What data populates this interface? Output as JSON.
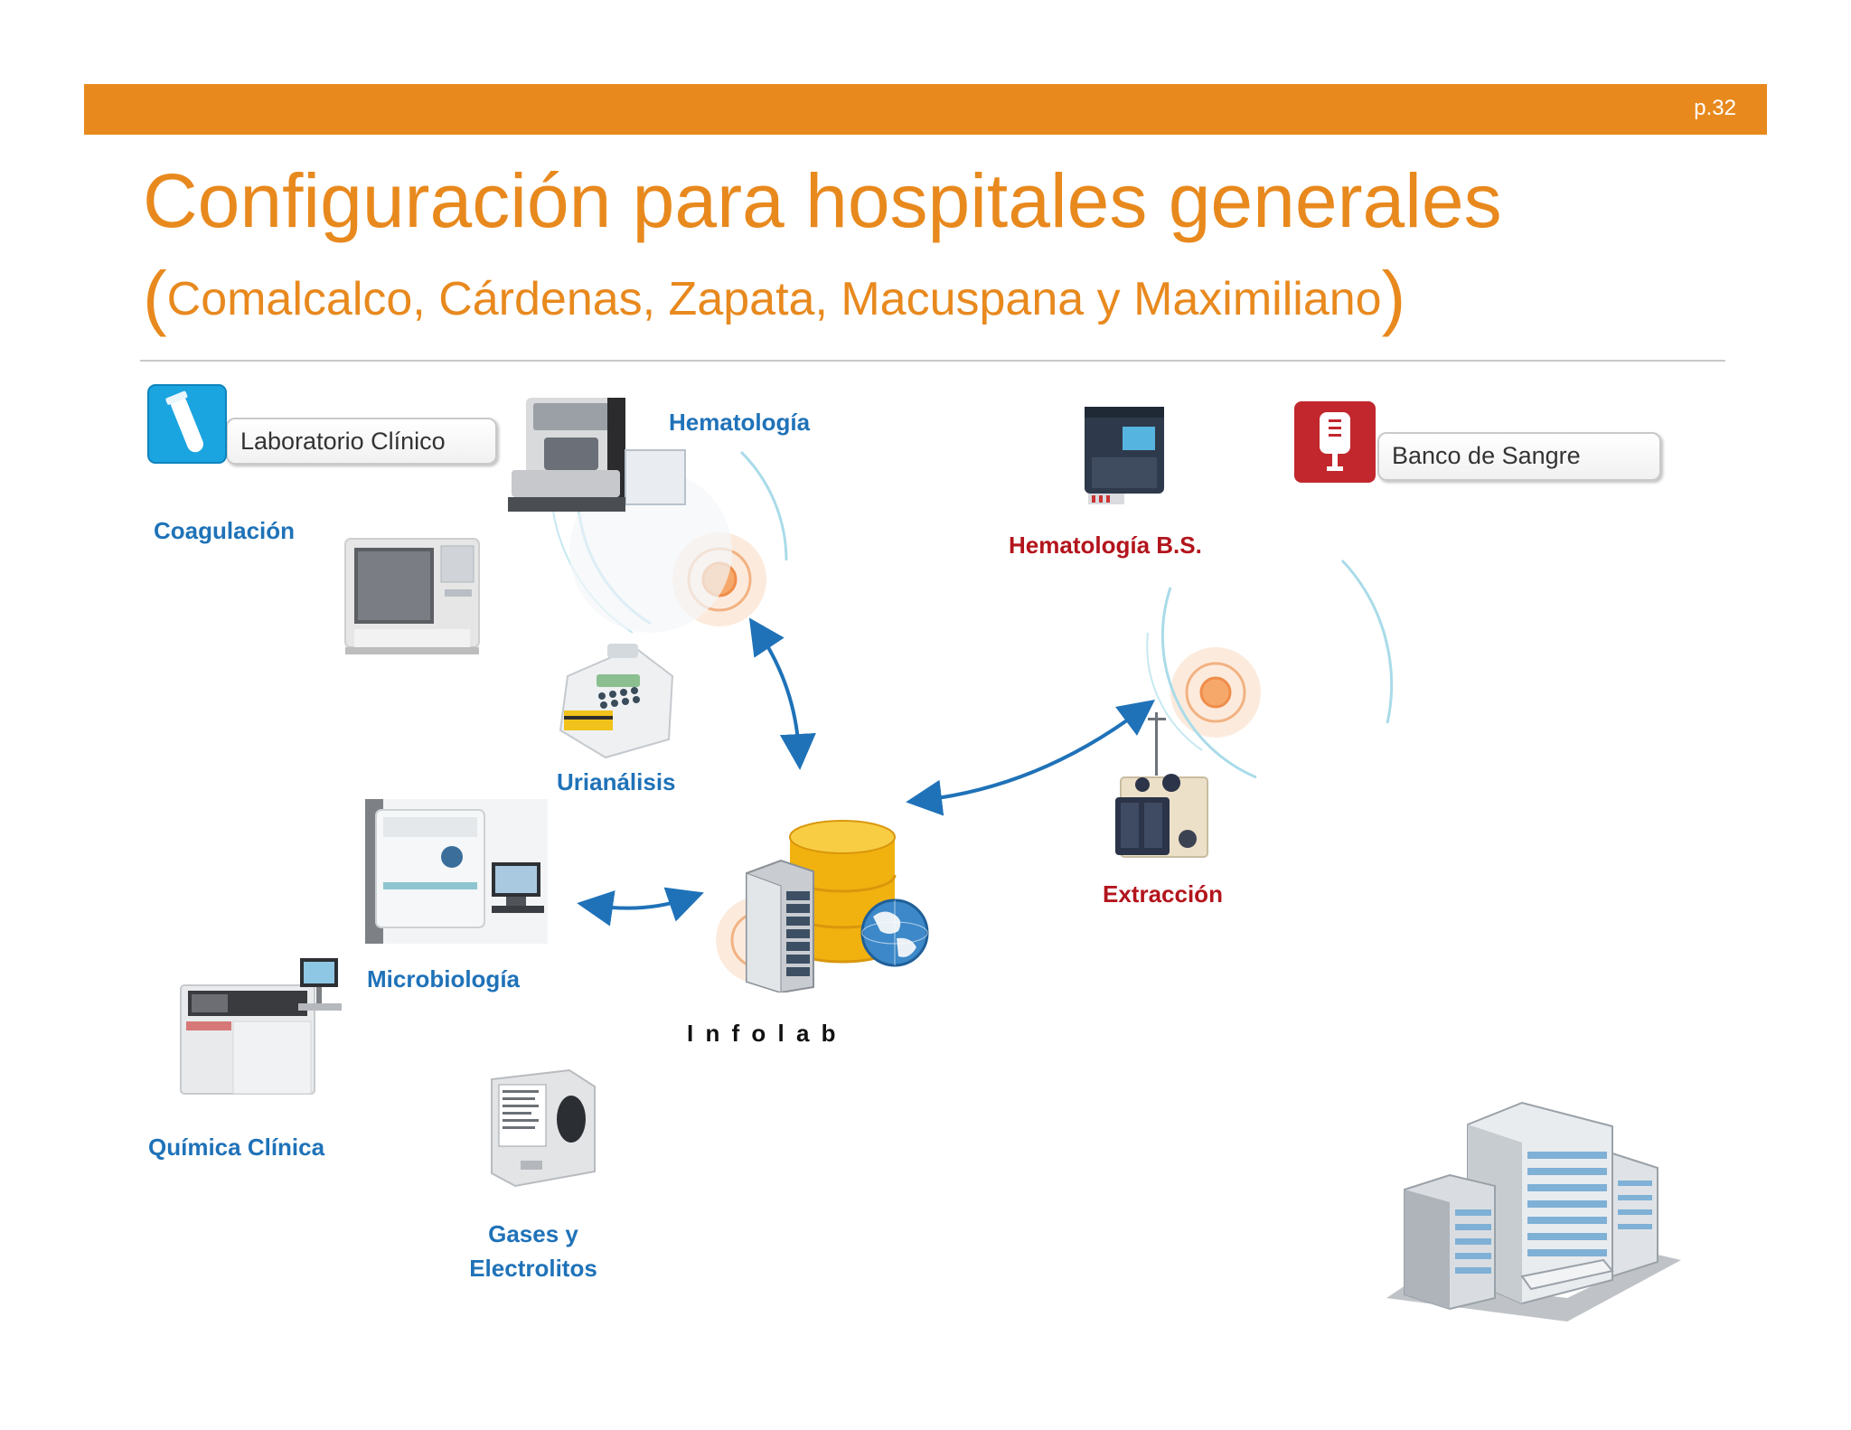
{
  "header": {
    "page_number": "p.32"
  },
  "title": "Configuración para hospitales generales",
  "subtitle": {
    "open_paren": "(",
    "text": "Comalcalco, Cárdenas, Zapata, Macuspana y Maximiliano",
    "close_paren": ")"
  },
  "sections": {
    "lab": "Laboratorio Clínico",
    "blood_bank": "Banco de Sangre"
  },
  "labels": {
    "hematologia": "Hematología",
    "coagulacion": "Coagulación",
    "urianalisis": "Urianálisis",
    "microbiologia": "Microbiología",
    "quimica": "Química Clínica",
    "gases_line1": "Gases y",
    "gases_line2": "Electrolitos",
    "hematologia_bs": "Hematología B.S.",
    "extraccion": "Extracción",
    "infolab": "I n  f o  l a  b"
  },
  "colors": {
    "accent": "#e8891e",
    "lab_blue": "#1f72b8",
    "blood_red": "#b3141c",
    "arrow_blue": "#1f72b8"
  },
  "icons": [
    "test-tube-icon",
    "blood-bag-icon",
    "database-server-icon",
    "globe-icon",
    "hospital-building-icon"
  ]
}
